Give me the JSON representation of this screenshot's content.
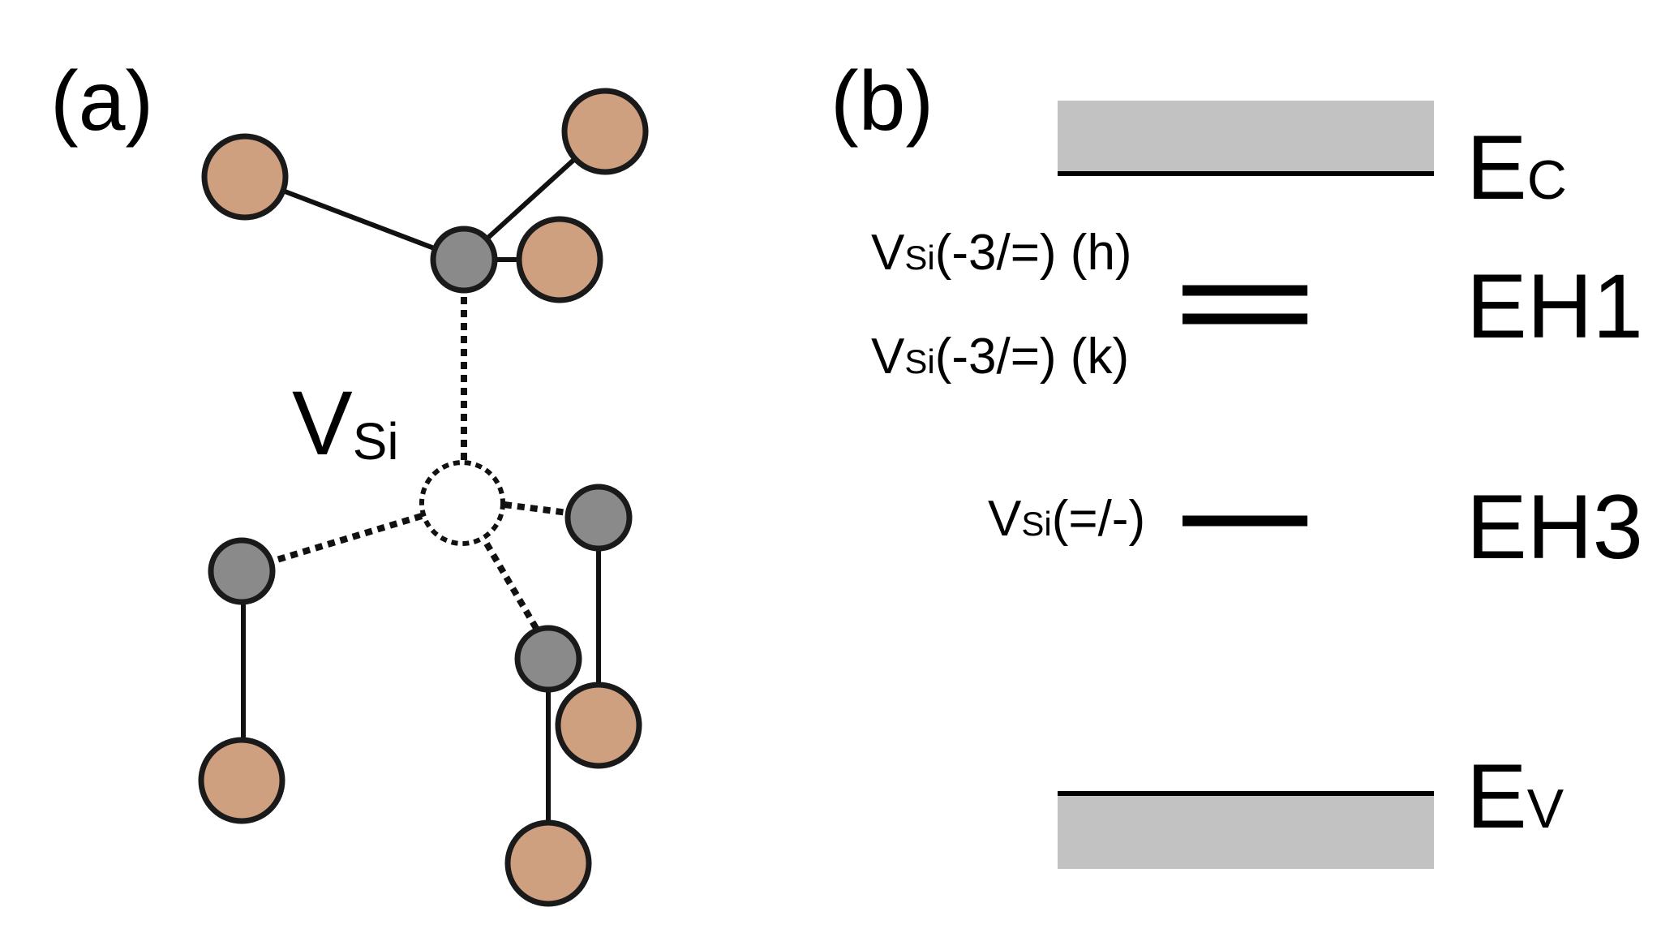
{
  "panel_a": {
    "label": "(a)",
    "vacancy_label": {
      "main": "V",
      "sub": "Si"
    },
    "icons": {
      "carbon_atom": "circle-tan",
      "silicon_atom": "circle-gray",
      "vacancy_site": "circle-dashed"
    },
    "colors": {
      "carbon": "#cfa080",
      "silicon": "#8a8a8a"
    }
  },
  "panel_b": {
    "label": "(b)",
    "conduction_band": {
      "main": "E",
      "sub": "C"
    },
    "valence_band": {
      "main": "E",
      "sub": "V"
    },
    "eh1": {
      "name": "EH1",
      "level_h": {
        "main": "V",
        "sub": "Si",
        "rest": "(-3/=) (h)"
      },
      "level_k": {
        "main": "V",
        "sub": "Si",
        "rest": "(-3/=) (k)"
      }
    },
    "eh3": {
      "name": "EH3",
      "level": {
        "main": "V",
        "sub": "Si",
        "rest": "(=/-)"
      }
    },
    "colors": {
      "band": "#c2c2c2"
    }
  }
}
